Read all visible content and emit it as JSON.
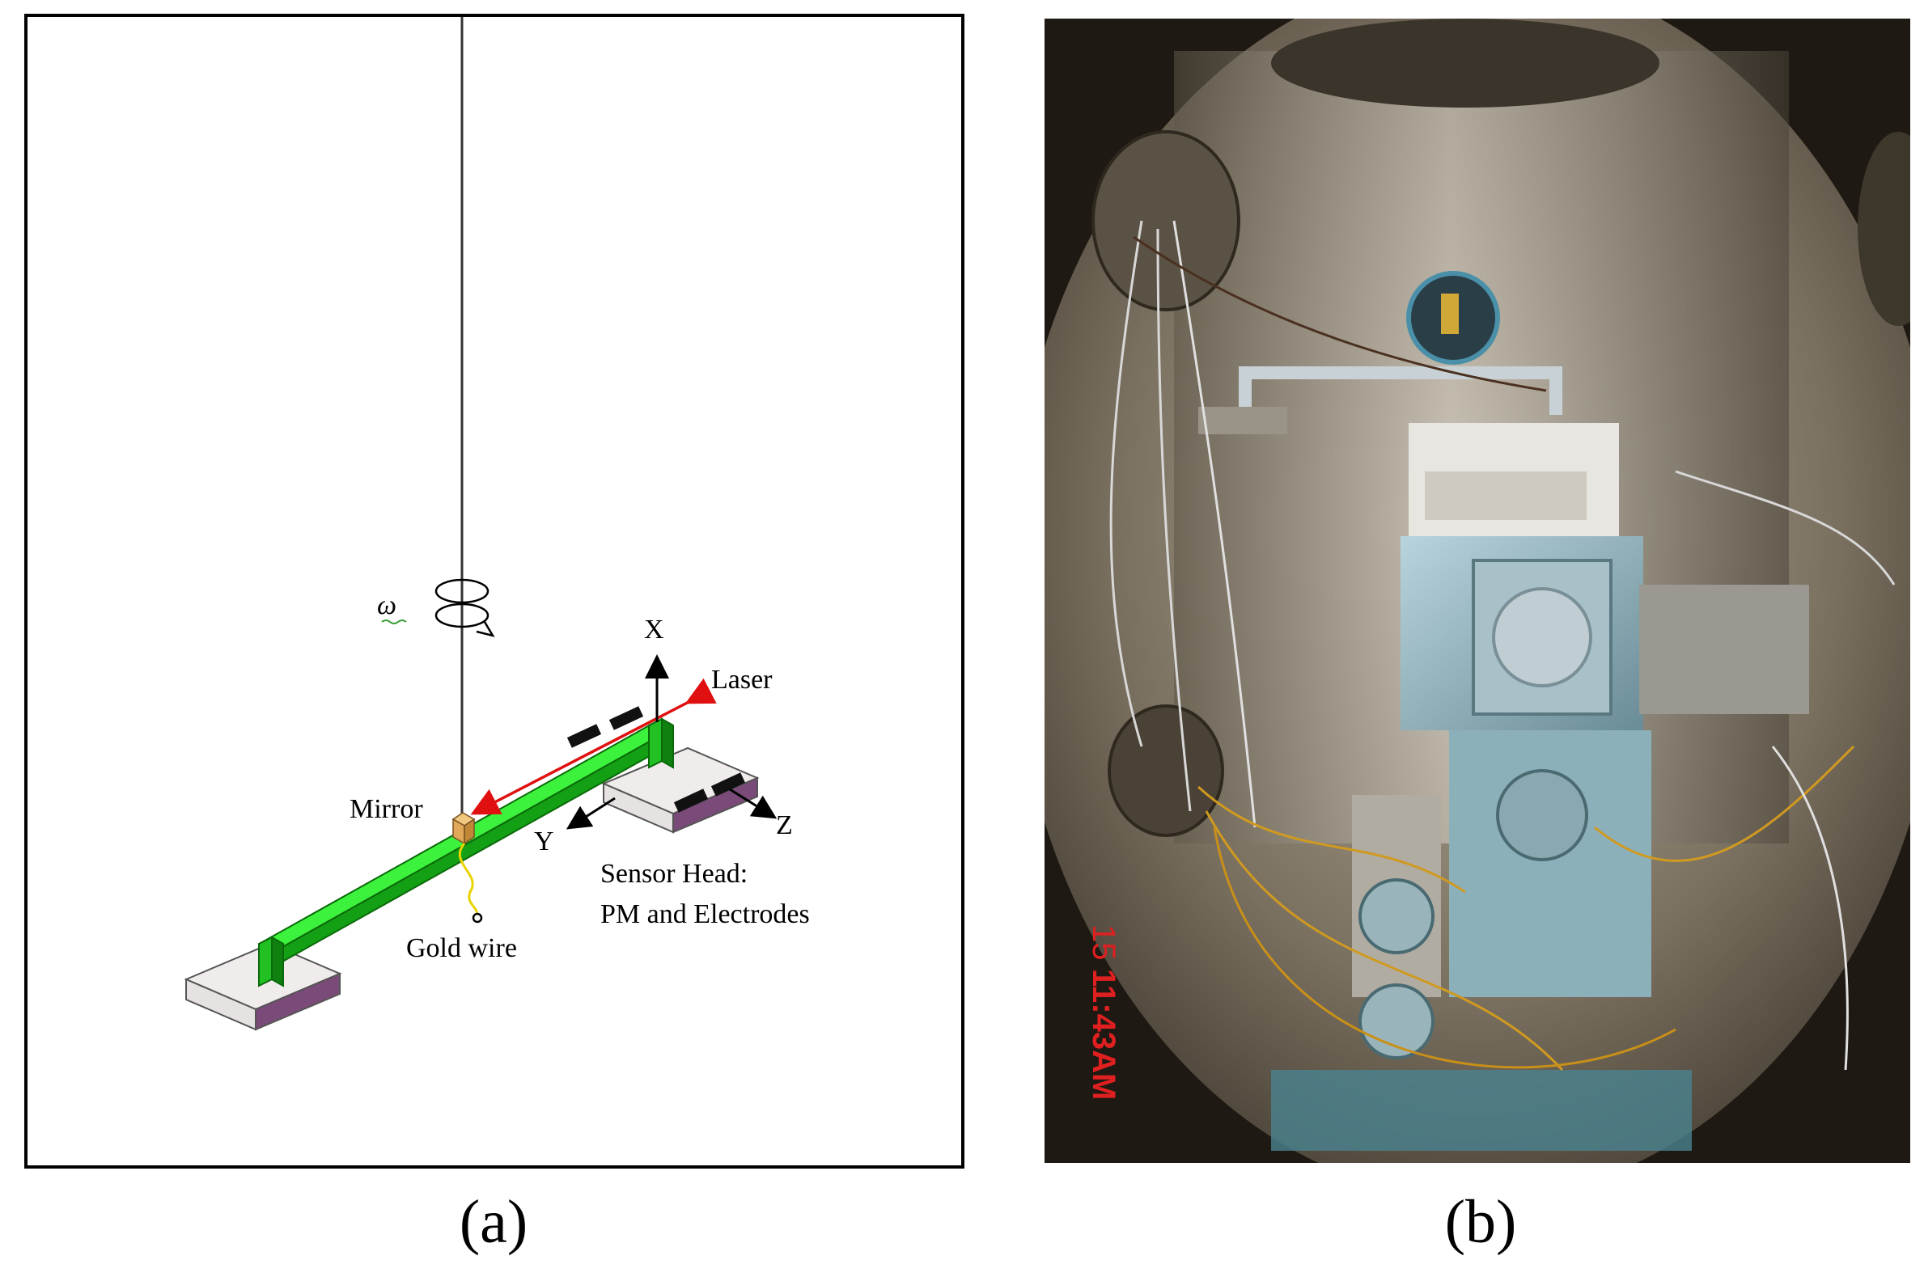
{
  "panel_a": {
    "labels": {
      "omega": "ω",
      "x_axis": "X",
      "y_axis": "Y",
      "z_axis": "Z",
      "laser": "Laser",
      "mirror": "Mirror",
      "sensor_head_line1": "Sensor Head:",
      "sensor_head_line2": "PM and Electrodes",
      "gold_wire": "Gold wire"
    },
    "caption": "(a)"
  },
  "panel_b": {
    "timestamp_line1": "15",
    "timestamp_line2": "11:43AM",
    "caption": "(b)"
  },
  "colors": {
    "beam_green": "#20d020",
    "laser_red": "#e01010",
    "timestamp_red": "#e02020",
    "chamber_steel": "#7a7060"
  }
}
